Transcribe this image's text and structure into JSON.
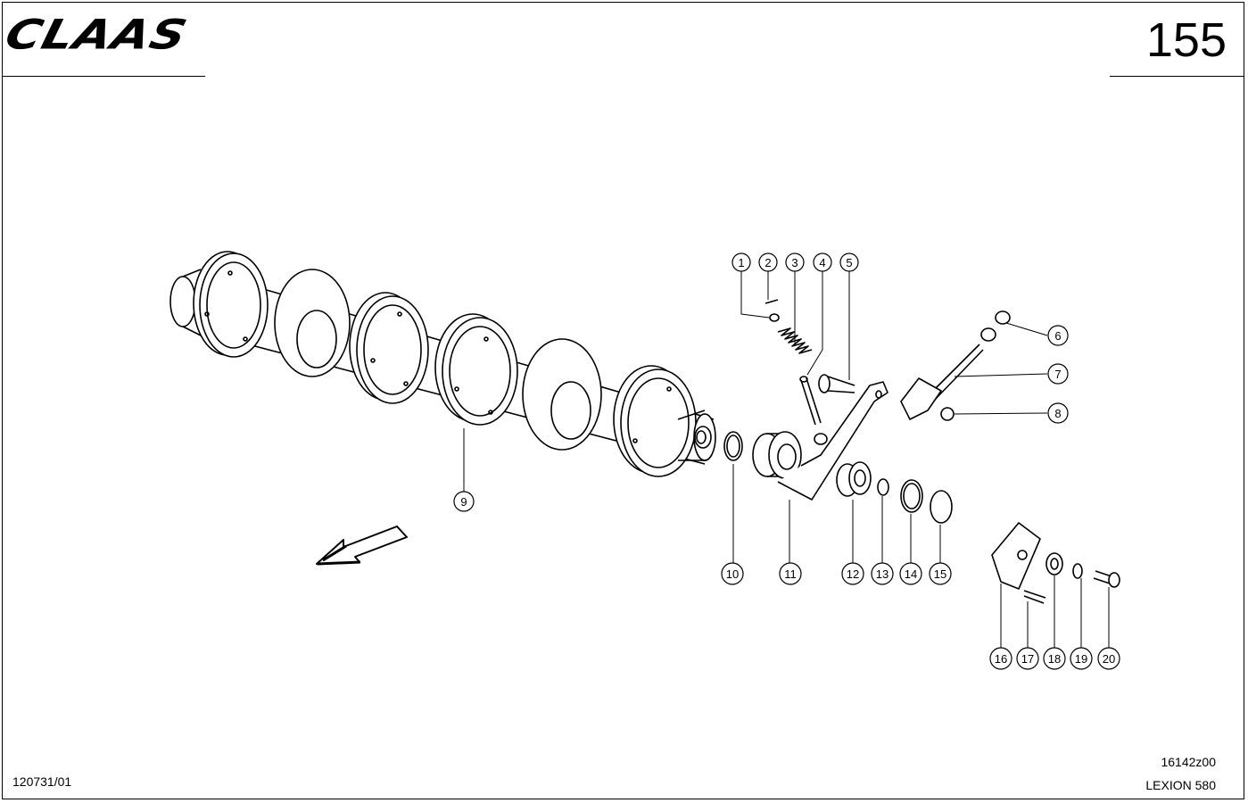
{
  "header": {
    "brand": "CLAAS",
    "page_number": "155"
  },
  "footer": {
    "doc_code": "120731/01",
    "ref_code": "16142z00",
    "model": "LEXION 580"
  },
  "callouts": [
    "1",
    "2",
    "3",
    "4",
    "5",
    "6",
    "7",
    "8",
    "9",
    "10",
    "11",
    "12",
    "13",
    "14",
    "15",
    "16",
    "17",
    "18",
    "19",
    "20"
  ]
}
